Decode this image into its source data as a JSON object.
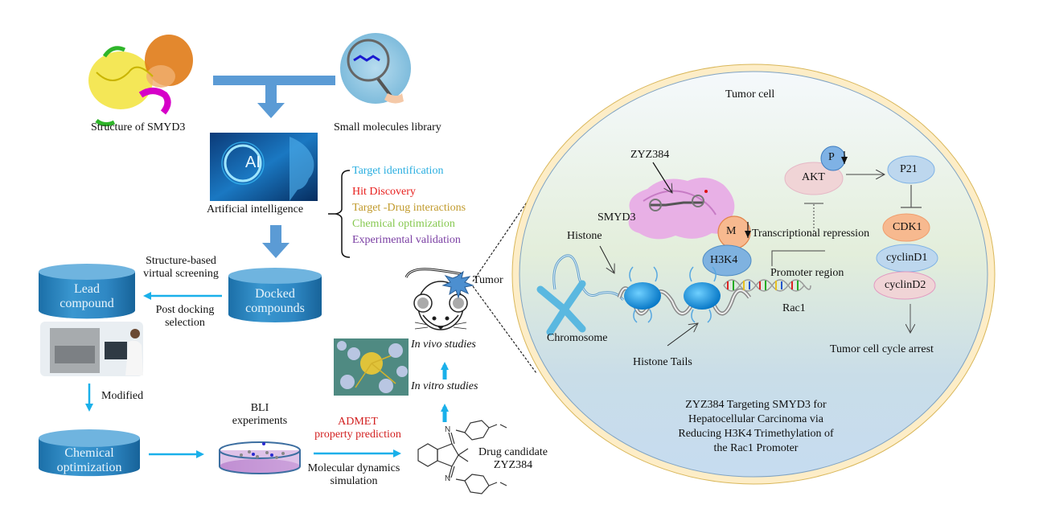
{
  "left_panel": {
    "protein_caption": "Structure of  SMYD3",
    "library_caption": "Small molecules library",
    "ai_image_text": "AI",
    "ai_caption": "Artificial intelligence",
    "ai_tasks": [
      {
        "label": "Target identification",
        "color": "#29aee0"
      },
      {
        "label": "Hit Discovery",
        "color": "#e8201e"
      },
      {
        "label": "Target -Drug interactions",
        "color": "#c19a2c"
      },
      {
        "label": "Chemical optimization",
        "color": "#86c850"
      },
      {
        "label": "Experimental validation",
        "color": "#7a3ea3"
      }
    ],
    "screening_label_1": "Structure-based",
    "screening_label_2": "virtual screening",
    "selection_label_1": "Post docking",
    "selection_label_2": "selection",
    "docked_cylinder_1": "Docked",
    "docked_cylinder_2": "compounds",
    "lead_cylinder_1": "Lead",
    "lead_cylinder_2": "compound",
    "modified_label": "Modified",
    "chem_opt_cylinder_1": "Chemical",
    "chem_opt_cylinder_2": "optimization",
    "bli_label_1": "BLI",
    "bli_label_2": "experiments",
    "admet_label_1": "ADMET",
    "admet_label_2": "property prediction",
    "md_label_1": "Molecular dynamics",
    "md_label_2": "simulation",
    "drug_label_1": "Drug candidate",
    "drug_label_2": "ZYZ384",
    "atom_n": "N",
    "in_vitro_label": "In vitro studies",
    "in_vivo_label": "In vivo studies",
    "tumor_label": "Tumor"
  },
  "cell_panel": {
    "title": "Tumor cell",
    "zyz_label": "ZYZ384",
    "smyd3_label": "SMYD3",
    "histone_label": "Histone",
    "m_label": "M",
    "transcriptional_label": "Transcriptional repression",
    "h3k4_label": "H3K4",
    "promoter_label": "Promoter region",
    "rac1_label": "Rac1",
    "chromosome_label": "Chromosome",
    "histone_tails_label": "Histone Tails",
    "p_label": "P",
    "akt_label": "AKT",
    "p21_label": "P21",
    "cdk1_label": "CDK1",
    "cyclind1_label": "cyclinD1",
    "cyclind2_label": "cyclinD2",
    "arrest_label": "Tumor cell cycle arrest",
    "summary_lines": [
      "ZYZ384  Targeting SMYD3  for",
      "Hepatocellular Carcinoma via",
      "Reducing H3K4 Trimethylation of",
      "the Rac1 Promoter"
    ]
  },
  "colors": {
    "arrow_blue": "#1ab0ea",
    "big_arrow_blue": "#5b9bd5",
    "cylinder_top": "#6fb4df",
    "cylinder_body": "#2e86c1",
    "membrane": "#fdedc7",
    "admet_red": "#d21f1f"
  }
}
